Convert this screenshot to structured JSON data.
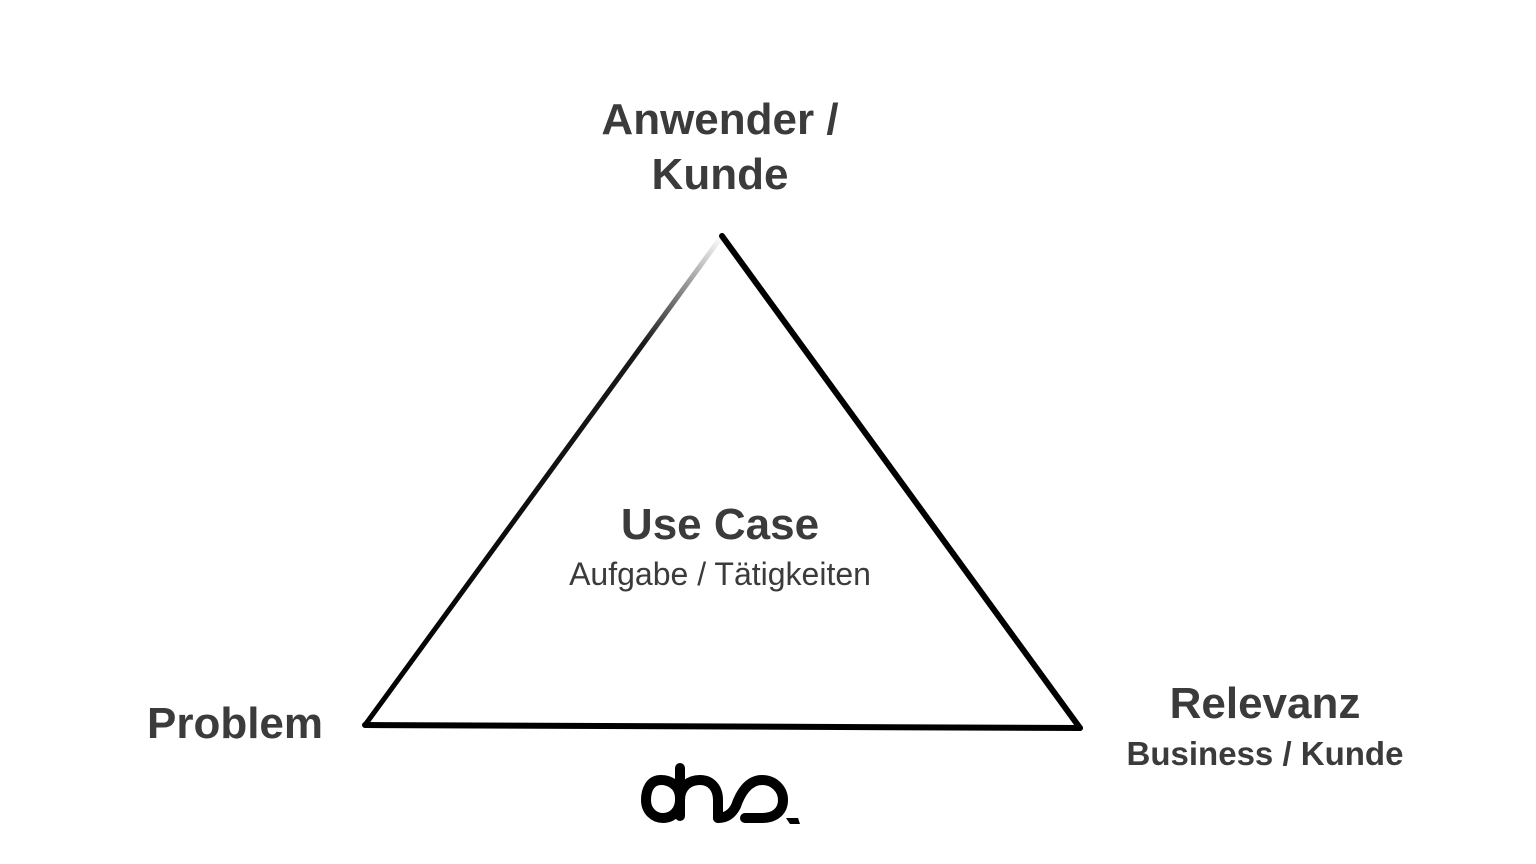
{
  "diagram": {
    "top_vertex": {
      "line1": "Anwender /",
      "line2": "Kunde"
    },
    "left_vertex": {
      "label": "Problem"
    },
    "right_vertex": {
      "label": "Relevanz",
      "sublabel": "Business / Kunde"
    },
    "center": {
      "title": "Use Case",
      "subtitle": "Aufgabe / Tätigkeiten"
    }
  },
  "logo": {
    "text": "dno.",
    "icon": "dno-logo-icon"
  },
  "colors": {
    "background": "#ffffff",
    "text": "#3b3b3b",
    "stroke": "#000000"
  }
}
